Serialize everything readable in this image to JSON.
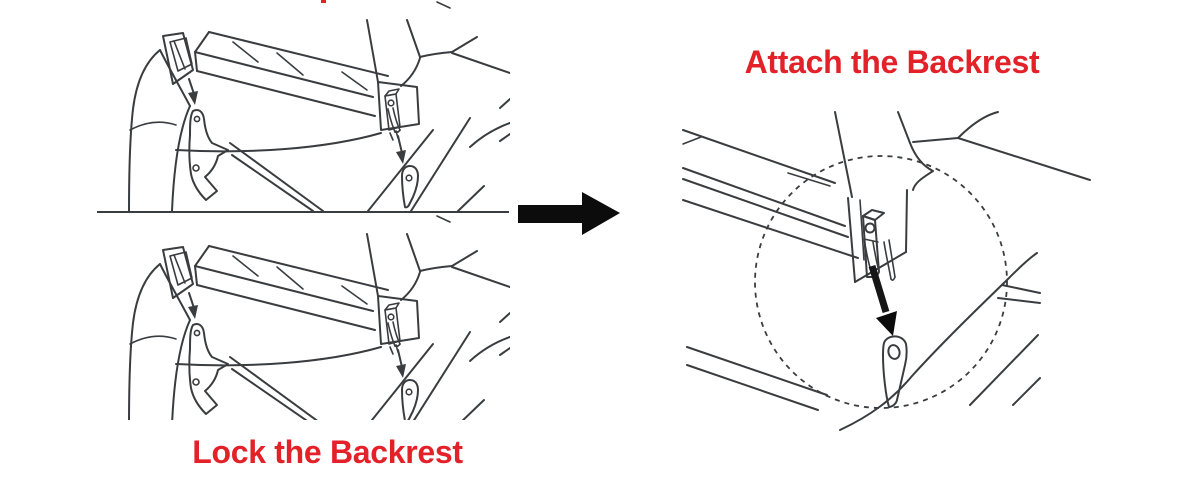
{
  "diagram": {
    "background_color": "#FFFFFF",
    "line_color": "#3A3D40",
    "label_color": "#E32128",
    "steps": [
      {
        "id": "lock-backrest",
        "label": "Lock the Backrest",
        "view": "two stacked frame views separated by a horizontal line"
      },
      {
        "id": "attach-backrest",
        "label": "Attach the Backrest",
        "view": "close-up of latch and mounting tab inside dashed circle"
      }
    ],
    "transition_arrow": {
      "icon": "right-arrow-icon",
      "color": "#0C0C0C"
    },
    "insert_arrow_icon": "down-insert-arrow-icon",
    "highlight_icon": "dashed-highlight-circle"
  }
}
